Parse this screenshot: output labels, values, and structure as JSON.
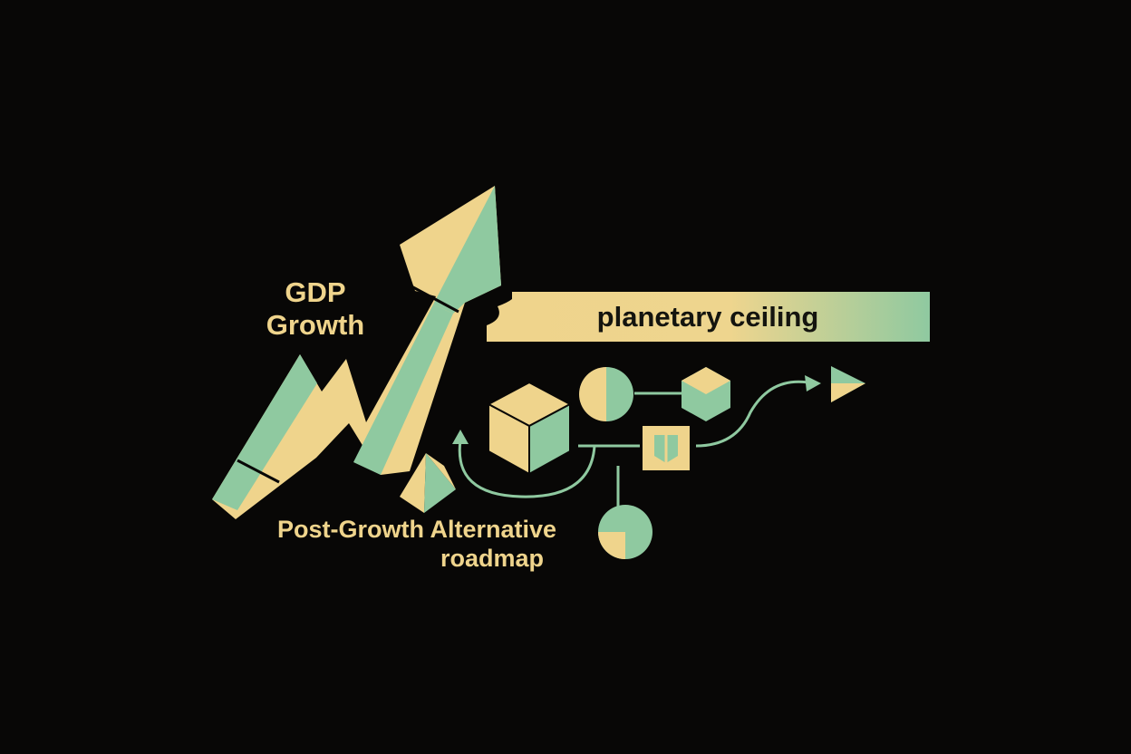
{
  "labels": {
    "gdp_line1": "GDP",
    "gdp_line2": "Growth",
    "ceiling": "planetary ceiling",
    "post_growth": "Post-Growth Alternative",
    "roadmap": "roadmap"
  },
  "colors": {
    "background": "#080706",
    "yellow": "#efd48c",
    "green": "#8fc9a0",
    "dark_text": "#14140f"
  },
  "icons": [
    "growth-arrow",
    "planetary-ceiling-bar",
    "pyramid",
    "cube",
    "half-circle",
    "hexagon",
    "open-box",
    "pie-circle",
    "triangle-flag",
    "curved-arrow"
  ]
}
